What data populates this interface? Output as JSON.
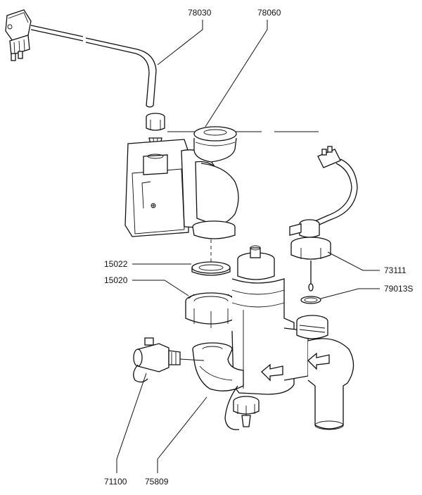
{
  "labels": {
    "p78030": "78030",
    "p78060": "78060",
    "p15022": "15022",
    "p15020": "15020",
    "p73111": "73111",
    "p79013S": "79013S",
    "p71100": "71100",
    "p75809": "75809"
  }
}
